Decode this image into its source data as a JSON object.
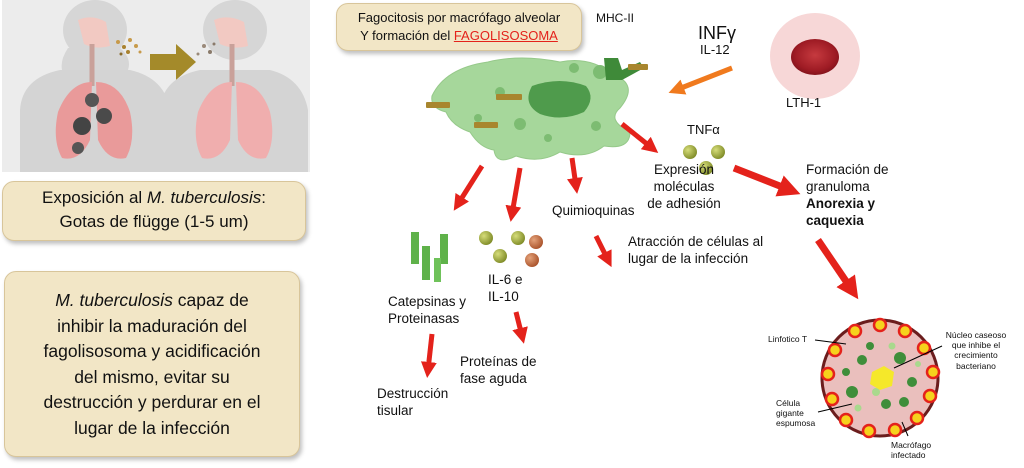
{
  "boxes": {
    "exposure": {
      "pre": "Exposición al ",
      "organism": "M. tuberculosis",
      "post": ":",
      "line2": "Gotas de flügge (1-5 um)"
    },
    "inhibition": {
      "organism": "M. tuberculosis",
      "text_a": " capaz de",
      "text_b": "inhibir la maduración del",
      "text_c": "fagolisosoma y acidificación",
      "text_d": "del mismo, evitar su",
      "text_e": "destrucción y perdurar en el",
      "text_f": "lugar de la infección"
    },
    "phago": {
      "line1": "Fagocitosis por macrófago alveolar",
      "line2_pre": "Y formación del ",
      "line2_emph": "FAGOLISOSOMA"
    }
  },
  "labels": {
    "mhc": "MHC-II",
    "infg": "INFγ",
    "il12": "IL-12",
    "lth": "LTH-1",
    "tnfa": "TNFα",
    "expresion_1": "Expresión",
    "expresion_2": "moléculas",
    "expresion_3": "de adhesión",
    "quimio": "Quimioquinas",
    "atraccion_1": "Atracción de células al",
    "atraccion_2": "lugar de la infección",
    "granuloma_1": "Formación de",
    "granuloma_2": "granuloma",
    "granuloma_3": "Anorexia y",
    "granuloma_4": "caquexia",
    "il6_1": "IL-6 e",
    "il6_2": "IL-10",
    "catepsinas_1": "Catepsinas y",
    "catepsinas_2": "Proteinasas",
    "proteinas_1": "Proteínas de",
    "proteinas_2": "fase aguda",
    "destruccion_1": "Destrucción",
    "destruccion_2": "tisular"
  },
  "granuloma_labels": {
    "linfocito": "Linfotico T",
    "nucleo_1": "Núcleo caseoso",
    "nucleo_2": "que inhibe el",
    "nucleo_3": "crecimiento",
    "nucleo_4": "bacteriano",
    "celula_1": "Célula",
    "celula_2": "gigante",
    "celula_3": "espumosa",
    "macrofago_1": "Macrófago",
    "macrofago_2": "infectado"
  },
  "colors": {
    "arrow_red": "#e4221b",
    "arrow_orange": "#f07a1e",
    "box_fill": "#f2e6c6",
    "macrophage_green": "#a6d79b",
    "rod_olive": "#a8862e",
    "emphasis_red": "#e4221b"
  }
}
